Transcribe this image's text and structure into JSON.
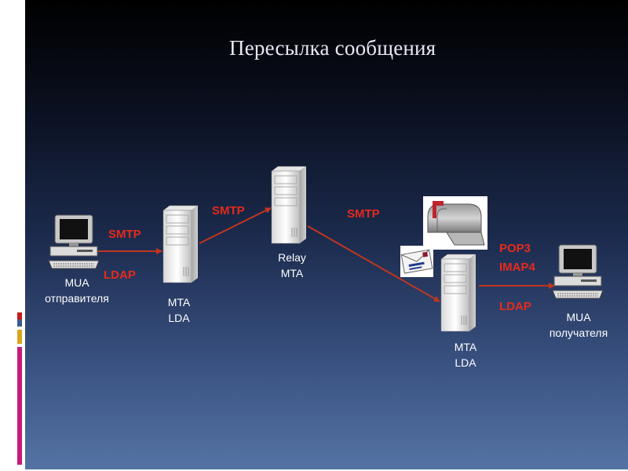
{
  "title": "Пересылка сообщения",
  "nodes": {
    "mua_sender": {
      "line1": "MUA",
      "line2": "отправителя"
    },
    "mta_lda_1": {
      "line1": "MTA",
      "line2": "LDA"
    },
    "relay_mta": {
      "line1": "Relay",
      "line2": "MTA"
    },
    "mta_lda_2": {
      "line1": "MTA",
      "line2": "LDA"
    },
    "mua_recipient": {
      "line1": "MUA",
      "line2": "получателя"
    }
  },
  "protocols": {
    "smtp_1": "SMTP",
    "ldap_1": "LDAP",
    "smtp_2": "SMTP",
    "smtp_3": "SMTP",
    "pop3": "POP3",
    "imap4": "IMAP4",
    "ldap_2": "LDAP"
  },
  "colors": {
    "protocol_text": "#e52a1c",
    "arrow": "#c0361f",
    "title": "#e8e8f4"
  },
  "icons": [
    "computer-icon",
    "server-icon",
    "mailbox-icon",
    "envelope-icon"
  ]
}
